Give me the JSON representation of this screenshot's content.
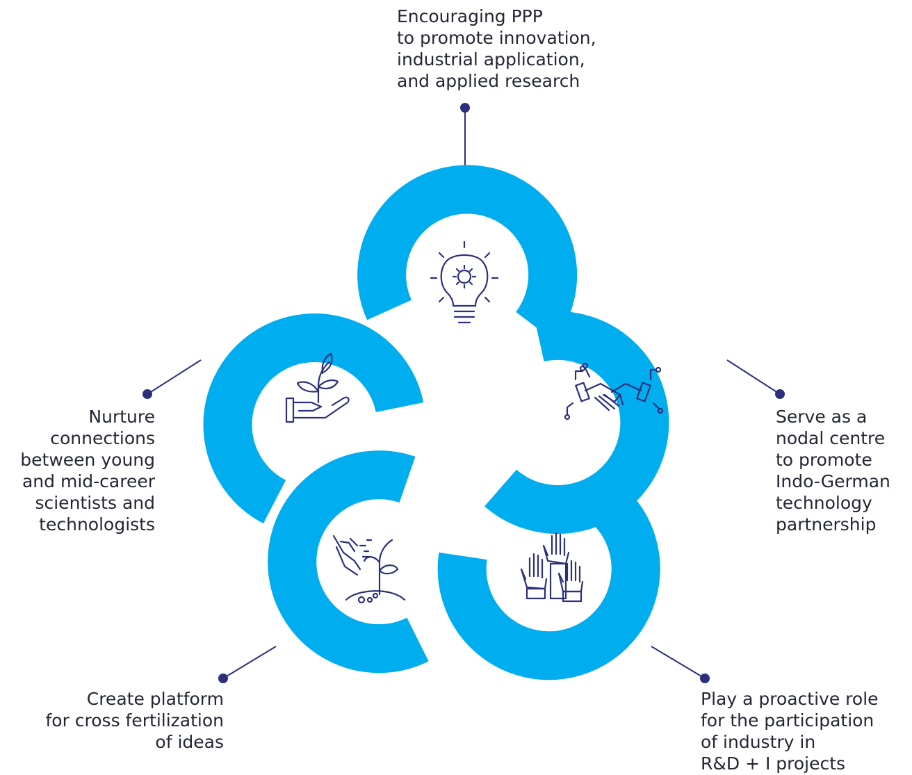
{
  "colors": {
    "ring": "#00AEEF",
    "accent": "#2B2F7D",
    "text": "#222732",
    "background": "#FFFFFF"
  },
  "nodes": [
    {
      "id": "top",
      "icon": "lightbulb-gear-icon",
      "lines": [
        "Encouraging PPP",
        "to promote innovation,",
        "industrial application,",
        "and applied research"
      ]
    },
    {
      "id": "right",
      "icon": "digital-handshake-icon",
      "lines": [
        "Serve as a",
        "nodal centre",
        "to promote",
        "Indo-German",
        "technology",
        "partnership"
      ]
    },
    {
      "id": "bottom-right",
      "icon": "raised-hands-icon",
      "lines": [
        "Play a proactive role",
        "for the participation",
        "of industry in",
        "R&D + I projects"
      ]
    },
    {
      "id": "bottom-left",
      "icon": "hand-sowing-seeds-icon",
      "lines": [
        "Create platform",
        "for cross fertilization",
        "of ideas"
      ]
    },
    {
      "id": "left",
      "icon": "hand-holding-plant-icon",
      "lines": [
        "Nurture",
        "connections",
        "between young",
        "and mid-career",
        "scientists and",
        "technologists"
      ]
    }
  ]
}
